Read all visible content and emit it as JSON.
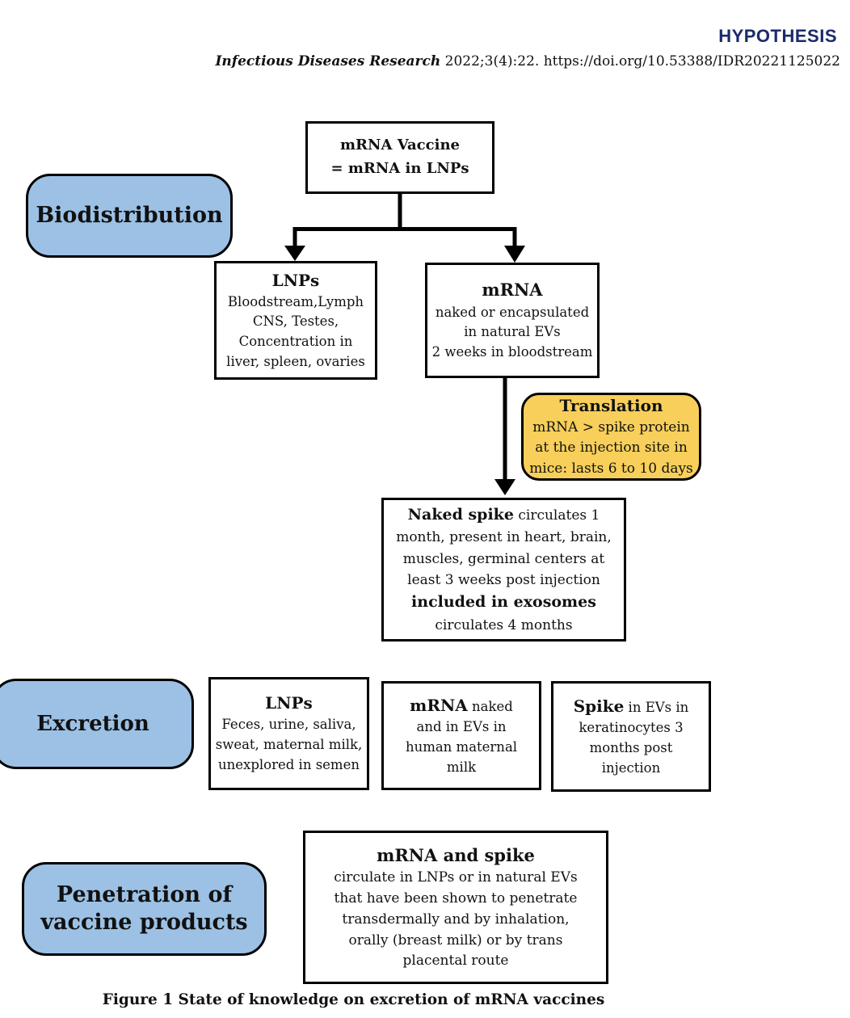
{
  "header": {
    "article_type": "HYPOTHESIS",
    "citation_journal": "Infectious Diseases Research",
    "citation_rest": " 2022;3(4):22. https://doi.org/10.53388/IDR20221125022"
  },
  "colors": {
    "blue": "#9cc1e5",
    "yellow": "#f7cf5a",
    "navy": "#1b2a6b"
  },
  "nodes": {
    "vaccine": {
      "line1": "mRNA Vaccine",
      "line2": "=  mRNA in LNPs"
    },
    "biodistribution": {
      "label": "Biodistribution"
    },
    "lnps_bio": {
      "title": "LNPs",
      "lines": [
        "Bloodstream,Lymph",
        "CNS, Testes,",
        "Concentration in",
        "liver, spleen, ovaries"
      ]
    },
    "mrna_bio": {
      "title": "mRNA",
      "lines": [
        "naked or encapsulated",
        "in natural EVs",
        "2 weeks in bloodstream"
      ]
    },
    "translation": {
      "title": "Translation",
      "lines": [
        "mRNA > spike protein",
        "at the injection site in",
        "mice: lasts 6 to 10 days"
      ]
    },
    "naked_spike": {
      "line1_bold": "Naked spike",
      "line1_rest": " circulates 1",
      "lines": [
        "month, present in heart, brain,",
        "muscles, germinal centers at",
        "least 3 weeks post injection"
      ],
      "line5_bold": "included in exosomes",
      "line6": "circulates 4 months"
    },
    "excretion": {
      "label": "Excretion"
    },
    "lnps_exc": {
      "title": "LNPs",
      "lines": [
        "Feces, urine, saliva,",
        "sweat, maternal milk,",
        "unexplored in semen"
      ]
    },
    "mrna_exc": {
      "line1_bold": "mRNA",
      "line1_rest": " naked",
      "lines": [
        "and in EVs in",
        "human maternal",
        "milk"
      ]
    },
    "spike_exc": {
      "line1_bold": "Spike",
      "line1_rest": " in EVs in",
      "lines": [
        "keratinocytes 3",
        "months post",
        "injection"
      ]
    },
    "penetration": {
      "line1": "Penetration of",
      "line2": "vaccine products"
    },
    "mrna_spike": {
      "title": "mRNA and spike",
      "lines": [
        "circulate in LNPs or in natural EVs",
        "that have been shown to penetrate",
        "transdermally and by inhalation,",
        "orally (breast milk) or by trans",
        "placental route"
      ]
    }
  },
  "caption": "Figure 1 State of knowledge on excretion of mRNA vaccines"
}
